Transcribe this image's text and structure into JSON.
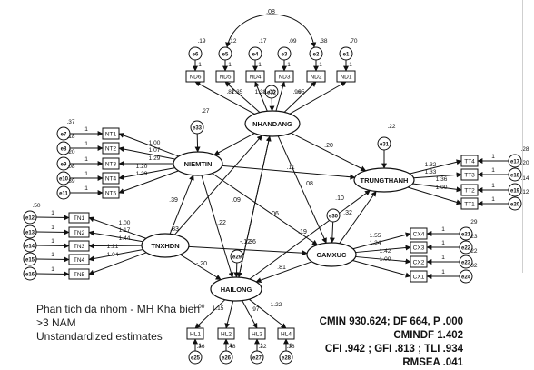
{
  "latent": [
    {
      "id": "NHANDANG",
      "label": "NHANDANG"
    },
    {
      "id": "NIEMTIN",
      "label": "NIEMTIN"
    },
    {
      "id": "TRUNGTHANH",
      "label": "TRUNGTHANH"
    },
    {
      "id": "TNXHDN",
      "label": "TNXHDN"
    },
    {
      "id": "CAMXUC",
      "label": "CAMXUC"
    },
    {
      "id": "HAILONG",
      "label": "HAILONG"
    }
  ],
  "observed": [
    {
      "id": "ND6",
      "label": "ND6"
    },
    {
      "id": "ND5",
      "label": "ND5"
    },
    {
      "id": "ND4",
      "label": "ND4"
    },
    {
      "id": "ND3",
      "label": "ND3"
    },
    {
      "id": "ND2",
      "label": "ND2"
    },
    {
      "id": "ND1",
      "label": "ND1"
    },
    {
      "id": "NT1",
      "label": "NT1"
    },
    {
      "id": "NT2",
      "label": "NT2"
    },
    {
      "id": "NT3",
      "label": "NT3"
    },
    {
      "id": "NT4",
      "label": "NT4"
    },
    {
      "id": "NT5",
      "label": "NT5"
    },
    {
      "id": "TN1",
      "label": "TN1"
    },
    {
      "id": "TN2",
      "label": "TN2"
    },
    {
      "id": "TN3",
      "label": "TN3"
    },
    {
      "id": "TN4",
      "label": "TN4"
    },
    {
      "id": "TN5",
      "label": "TN5"
    },
    {
      "id": "TT4",
      "label": "TT4"
    },
    {
      "id": "TT3",
      "label": "TT3"
    },
    {
      "id": "TT2",
      "label": "TT2"
    },
    {
      "id": "TT1",
      "label": "TT1"
    },
    {
      "id": "CX4",
      "label": "CX4"
    },
    {
      "id": "CX3",
      "label": "CX3"
    },
    {
      "id": "CX2",
      "label": "CX2"
    },
    {
      "id": "CX1",
      "label": "CX1"
    },
    {
      "id": "HL1",
      "label": "HL1"
    },
    {
      "id": "HL2",
      "label": "HL2"
    },
    {
      "id": "HL3",
      "label": "HL3"
    },
    {
      "id": "HL4",
      "label": "HL4"
    }
  ],
  "errors": [
    {
      "id": "e6",
      "label": "e6",
      "value": ".19"
    },
    {
      "id": "e5",
      "label": "e5",
      "value": ".12"
    },
    {
      "id": "e4",
      "label": "e4",
      "value": ".17"
    },
    {
      "id": "e3",
      "label": "e3",
      "value": ".09"
    },
    {
      "id": "e2",
      "label": "e2",
      "value": ".38"
    },
    {
      "id": "e1",
      "label": "e1",
      "value": ".70"
    },
    {
      "id": "e7",
      "label": "e7",
      "value": ".37"
    },
    {
      "id": "e8",
      "label": "e8",
      "value": ".18"
    },
    {
      "id": "e9",
      "label": "e9",
      "value": ".20"
    },
    {
      "id": "e10",
      "label": "e10",
      "value": ".08"
    },
    {
      "id": "e11",
      "label": "e11",
      "value": ".39"
    },
    {
      "id": "e12",
      "label": "e12",
      "value": ".50"
    },
    {
      "id": "e13",
      "label": "e13",
      "value": ""
    },
    {
      "id": "e14",
      "label": "e14",
      "value": ""
    },
    {
      "id": "e15",
      "label": "e15",
      "value": ""
    },
    {
      "id": "e16",
      "label": "e16",
      "value": ""
    },
    {
      "id": "e17",
      "label": "e17",
      "value": ".28"
    },
    {
      "id": "e18",
      "label": "e18",
      "value": ".20"
    },
    {
      "id": "e19",
      "label": "e19",
      "value": ".14"
    },
    {
      "id": "e20",
      "label": "e20",
      "value": ".12"
    },
    {
      "id": "e21",
      "label": "e21",
      "value": ".29"
    },
    {
      "id": "e22",
      "label": "e22",
      "value": ".23"
    },
    {
      "id": "e23",
      "label": "e23",
      "value": ".22"
    },
    {
      "id": "e24",
      "label": "e24",
      "value": ".32"
    },
    {
      "id": "e25",
      "label": "e25",
      "value": ".36"
    },
    {
      "id": "e26",
      "label": "e26",
      "value": ".48"
    },
    {
      "id": "e27",
      "label": "e27",
      "value": ".22"
    },
    {
      "id": "e28",
      "label": "e28",
      "value": ".38"
    },
    {
      "id": "e31",
      "label": "e31",
      "value": ".22"
    },
    {
      "id": "e32",
      "label": "e32",
      "value": ""
    },
    {
      "id": "e33",
      "label": "e33",
      "value": ".27"
    },
    {
      "id": "e29",
      "label": "e29",
      "value": ""
    },
    {
      "id": "e30",
      "label": "e30",
      "value": ""
    }
  ],
  "paths": [
    {
      "from": "TNXHDN",
      "to": "NIEMTIN",
      "label": ".39"
    },
    {
      "from": "TNXHDN",
      "to": "NHANDANG",
      "label": ".83"
    },
    {
      "from": "TNXHDN",
      "to": "HAILONG",
      "label": "-.20"
    },
    {
      "from": "TNXHDN",
      "to": "CAMXUC",
      "label": ".36"
    },
    {
      "from": "NIEMTIN",
      "to": "TRUNGTHANH",
      "label": ".11"
    },
    {
      "from": "NIEMTIN",
      "to": "CAMXUC",
      "label": ".06"
    },
    {
      "from": "NIEMTIN",
      "to": "HAILONG",
      "label": ".22"
    },
    {
      "from": "NHANDANG",
      "to": "NIEMTIN",
      "label": ".08"
    },
    {
      "from": "NHANDANG",
      "to": "TRUNGTHANH",
      "label": ".20"
    },
    {
      "from": "NHANDANG",
      "to": "CAMXUC",
      "label": ".19"
    },
    {
      "from": "NHANDANG",
      "to": "HAILONG",
      "label": ".09"
    },
    {
      "from": "CAMXUC",
      "to": "TRUNGTHANH",
      "label": ".32"
    },
    {
      "from": "CAMXUC",
      "to": "HAILONG",
      "label": ".81"
    },
    {
      "from": "HAILONG",
      "to": "TRUNGTHANH",
      "label": ".10"
    },
    {
      "from": "HAILONG",
      "to": "NHANDANG",
      "label": "-.12"
    }
  ],
  "loadings": {
    "ND": [
      ".87",
      "1.35",
      "1.38",
      "1.00",
      ".96",
      ".95"
    ],
    "NT": [
      "1.00",
      "1.07",
      "1.29",
      "1.20",
      "1.29"
    ],
    "TN": [
      "1.00",
      "1.17",
      "1.44",
      "1.21",
      "1.04"
    ],
    "TT": [
      "1.32",
      "1.33",
      "1.36",
      "1.00"
    ],
    "CX": [
      "1.55",
      "1.34",
      "1.42",
      "1.00"
    ],
    "HL": [
      "1.00",
      "1.15",
      ".97",
      "1.22"
    ],
    "e_fixed": "1"
  },
  "covariance": ".08",
  "caption": {
    "line1": "Phan tich da nhom - MH Kha bien",
    "line2": ">3 NAM",
    "line3": "Unstandardized estimates"
  },
  "fit": {
    "line1": "CMIN 930.624; DF 664, P .000",
    "line2": "CMINDF 1.402",
    "line3": "CFI .942 ; GFI .813 ; TLI .934",
    "line4": "RMSEA .041"
  }
}
